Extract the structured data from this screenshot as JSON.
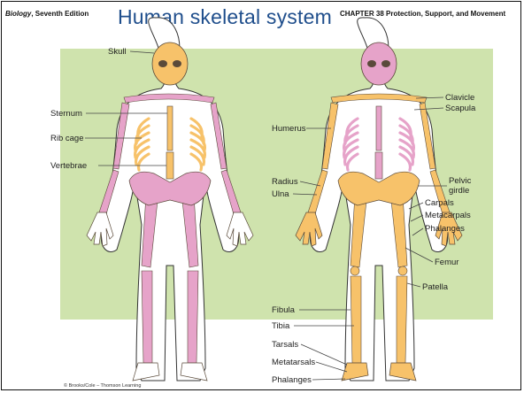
{
  "header": {
    "book_title": "Biology",
    "book_edition": ", Seventh Edition",
    "title": "Human skeletal system",
    "chapter": "CHAPTER 38 Protection, Support, and Movement"
  },
  "figure": {
    "colors": {
      "background": "#cfe3ad",
      "axial": "#f7c26a",
      "appendicular": "#e6a3c9",
      "bone_outline": "#5a4a3a",
      "body_outline": "#333333"
    },
    "left_labels": {
      "skull": "Skull",
      "sternum": "Sternum",
      "rib_cage": "Rib cage",
      "vertebrae": "Vertebrae"
    },
    "right_labels": {
      "clavicle": "Clavicle",
      "scapula": "Scapula",
      "humerus": "Humerus",
      "pelvic_girdle_1": "Pelvic",
      "pelvic_girdle_2": "girdle",
      "radius": "Radius",
      "ulna": "Ulna",
      "carpals": "Carpals",
      "metacarpals": "Metacarpals",
      "phalanges_hand": "Phalanges",
      "femur": "Femur",
      "patella": "Patella",
      "fibula": "Fibula",
      "tibia": "Tibia",
      "tarsals": "Tarsals",
      "metatarsals": "Metatarsals",
      "phalanges_foot": "Phalanges"
    },
    "credit": "© Brooks/Cole – Thomson Learning"
  }
}
